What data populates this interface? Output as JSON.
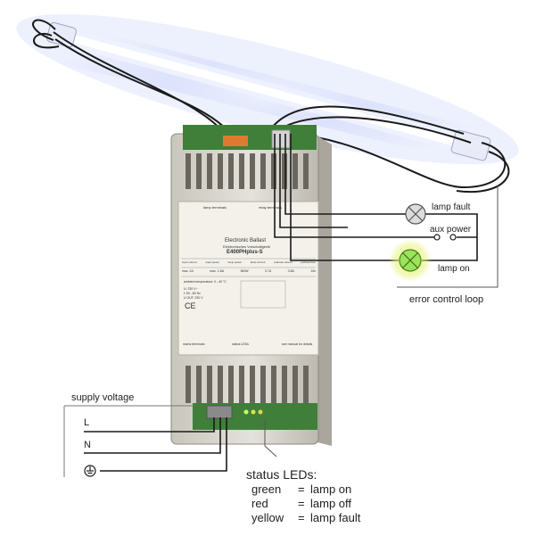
{
  "labels": {
    "lamp_fault": "lamp fault",
    "aux_power": "aux power",
    "lamp_on": "lamp on",
    "error_control_loop": "error control loop",
    "supply_voltage": "supply voltage",
    "L": "L",
    "N": "N"
  },
  "status_leds": {
    "title": "status LEDs:",
    "rows": [
      {
        "color": "green",
        "eq": "=",
        "meaning": "lamp on"
      },
      {
        "color": "red",
        "eq": "=",
        "meaning": "lamp off"
      },
      {
        "color": "yellow",
        "eq": "=",
        "meaning": "lamp fault"
      }
    ]
  },
  "ballast_plate": {
    "title": "Electronic Ballast",
    "subtitle": "Elektronisches Vorschaltgerät",
    "model": "E400PHplus-S",
    "lamp_terminals_left": "lamp terminals",
    "lamp_terminals_right": "relay terminals",
    "specs_headers": [
      "input current",
      "input power",
      "lamp power",
      "lamp current",
      "preheat current",
      "preheat time"
    ],
    "specs_values": [
      "max. 2A",
      "max. 1.8A",
      "360W",
      "3.7A",
      "3.8A",
      "10s"
    ],
    "ambient": "ambient temperature: 0...40 °C",
    "voltage_lines": [
      "U: 230 V~",
      "f: 50...60 Hz",
      "U OUT: 230 V"
    ],
    "ce_mark": "CE",
    "status_leds_caption": "status LEDs",
    "mains_caption": "mains terminals",
    "manual_note": "see manual for details"
  },
  "colors": {
    "lamp_glow": "#cfd7ff",
    "indicator_fault": "#d8d8d8",
    "indicator_on": "#9be35a",
    "indicator_on_glow": "#e8f57a",
    "pcb_green": "#3f7f3a",
    "housing": "#d9d6cf",
    "plate": "#f3f1ea"
  },
  "icons": {
    "ground": "ground-icon",
    "indicator_lamp": "indicator-lamp-icon"
  }
}
